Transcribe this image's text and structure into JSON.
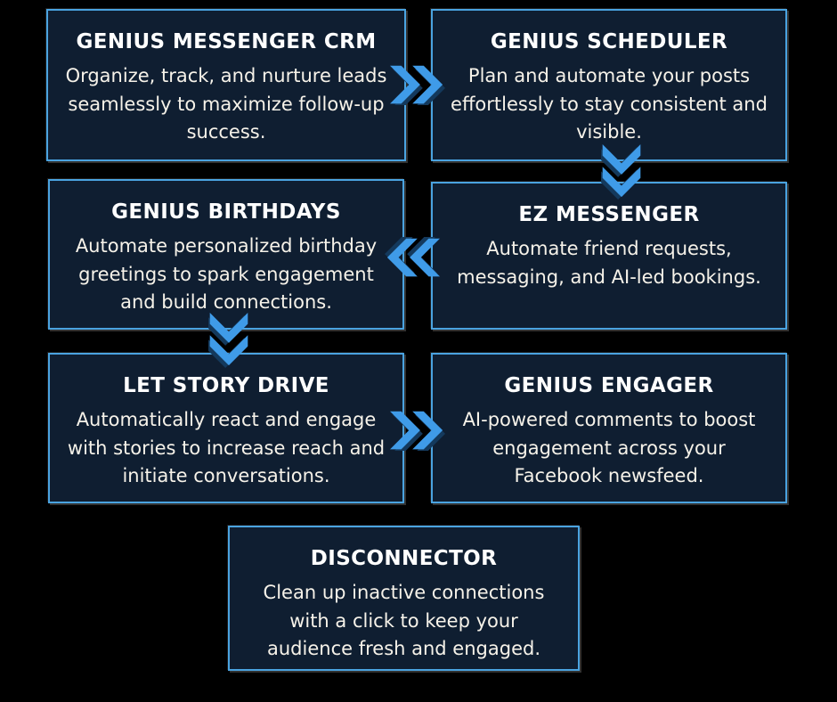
{
  "diagram": {
    "background_color": "#000000",
    "box_fill_color": "#0f1e31",
    "box_border_color": "#4aa3e0",
    "arrow_color": "#3f9be8",
    "arrow_shadow_color": "#14395c",
    "boxes": [
      {
        "title": "GENIUS MESSENGER CRM",
        "description": "Organize, track, and nurture leads seamlessly to maximize follow-up success."
      },
      {
        "title": "GENIUS SCHEDULER",
        "description": "Plan and automate your posts effortlessly to stay consistent and visible."
      },
      {
        "title": "GENIUS BIRTHDAYS",
        "description": "Automate personalized birthday greetings to spark engagement and build connections."
      },
      {
        "title": "EZ MESSENGER",
        "description": "Automate friend requests, messaging, and AI-led bookings."
      },
      {
        "title": "LET STORY DRIVE",
        "description": "Automatically react and engage with stories to increase reach and initiate conversations."
      },
      {
        "title": "GENIUS ENGAGER",
        "description": "AI-powered comments to boost engagement across your Facebook newsfeed."
      },
      {
        "title": "DISCONNECTOR",
        "description": "Clean up inactive connections with a click to keep your audience fresh and engaged."
      }
    ],
    "arrows": [
      {
        "direction": "right",
        "from": "GENIUS MESSENGER CRM",
        "to": "GENIUS SCHEDULER"
      },
      {
        "direction": "down",
        "from": "GENIUS SCHEDULER",
        "to": "EZ MESSENGER"
      },
      {
        "direction": "left",
        "from": "EZ MESSENGER",
        "to": "GENIUS BIRTHDAYS"
      },
      {
        "direction": "down",
        "from": "GENIUS BIRTHDAYS",
        "to": "LET STORY DRIVE"
      },
      {
        "direction": "right",
        "from": "LET STORY DRIVE",
        "to": "GENIUS ENGAGER"
      }
    ]
  }
}
